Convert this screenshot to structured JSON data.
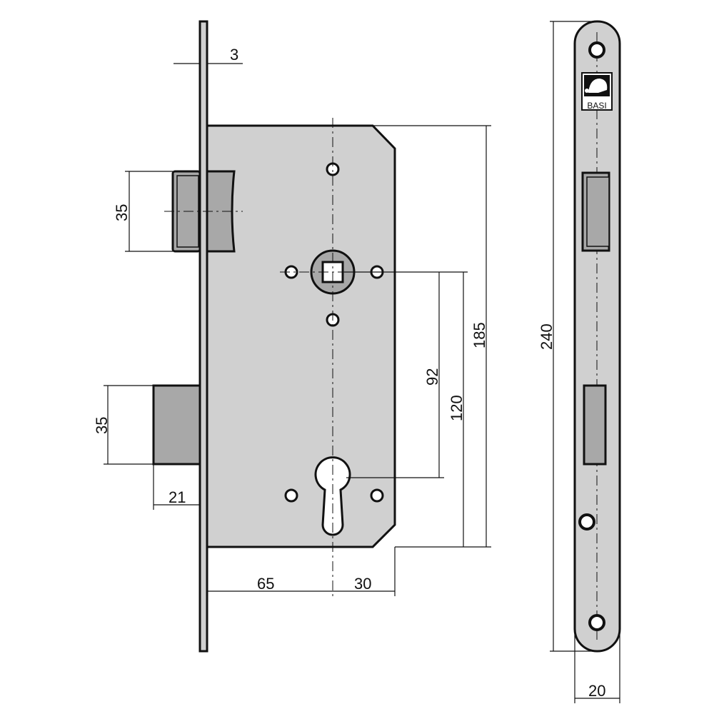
{
  "title": "Mortise lock technical drawing",
  "logo": {
    "text": "BASI"
  },
  "dimensions": {
    "faceplate_thickness": "3",
    "latch_height": "35",
    "deadbolt_height": "35",
    "deadbolt_throw": "21",
    "backset": "65",
    "cylinder_to_edge": "30",
    "follower_to_cylinder": "92",
    "follower_to_bottom": "120",
    "case_height": "185",
    "faceplate_length": "240",
    "faceplate_width": "20"
  },
  "colors": {
    "body": "#d0d0d0",
    "latch": "#a8a8a8",
    "line": "#111111"
  }
}
